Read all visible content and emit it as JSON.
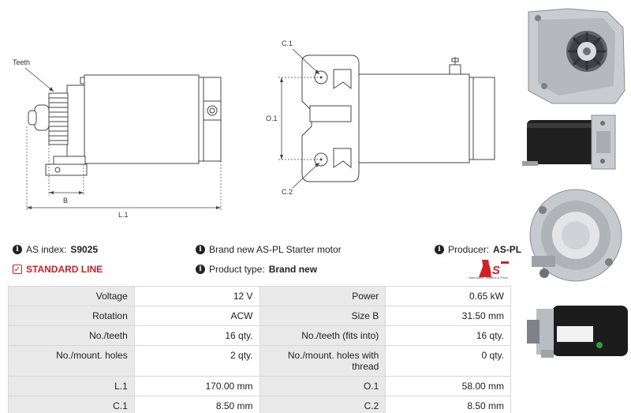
{
  "drawing": {
    "teeth_label": "Teeth",
    "dim_b": "B",
    "dim_l1": "L.1",
    "dim_c1": "C.1",
    "dim_o1": "O.1",
    "dim_c2": "C.2"
  },
  "info": {
    "as_index_label": "AS index:",
    "as_index_value": "S9025",
    "standard_line": "STANDARD LINE",
    "description": "Brand new AS-PL Starter motor",
    "product_type_label": "Product type:",
    "product_type_value": "Brand new",
    "producer_label": "Producer:",
    "producer_value": "AS-PL"
  },
  "logo": {
    "text": "AS",
    "tagline": "Alternators, Starters & Parts"
  },
  "specs": [
    {
      "label_left": "Voltage",
      "value_left": "12 V",
      "label_right": "Power",
      "value_right": "0.65 kW"
    },
    {
      "label_left": "Rotation",
      "value_left": "ACW",
      "label_right": "Size B",
      "value_right": "31.50 mm"
    },
    {
      "label_left": "No./teeth",
      "value_left": "16 qty.",
      "label_right": "No./teeth (fits into)",
      "value_right": "16 qty."
    },
    {
      "label_left": "No./mount. holes",
      "value_left": "2 qty.",
      "label_right": "No./mount. holes with thread",
      "value_right": "0 qty."
    },
    {
      "label_left": "L.1",
      "value_left": "170.00 mm",
      "label_right": "O.1",
      "value_right": "58.00 mm"
    },
    {
      "label_left": "C.1",
      "value_left": "8.50 mm",
      "label_right": "C.2",
      "value_right": "8.50 mm"
    }
  ],
  "colors": {
    "accent": "#d32027",
    "label_bg": "#e9e9e9",
    "border": "#d8d8d8"
  }
}
